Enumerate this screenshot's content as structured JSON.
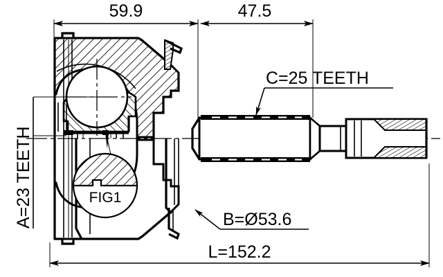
{
  "drawing": {
    "type": "cv-joint-outer-technical-drawing",
    "units": "mm",
    "background_color": "#ffffff",
    "line_color": "#000000"
  },
  "dimensions": {
    "top_left": {
      "label": "59.9",
      "name": "joint-housing-length",
      "value": 59.9,
      "orientation": "horizontal"
    },
    "top_right": {
      "label": "47.5",
      "name": "shaft-spline-length",
      "value": 47.5,
      "orientation": "horizontal"
    },
    "bottom": {
      "label": "L=152.2",
      "name": "overall-length",
      "value": 152.2,
      "orientation": "horizontal"
    },
    "left_vertical": {
      "label": "A=23 TEETH",
      "name": "inner-spline-teeth",
      "value": 23,
      "orientation": "vertical-rotated"
    },
    "callout_b": {
      "label": "B=Ø53.6",
      "name": "boot-outer-diameter",
      "value": 53.6,
      "orientation": "horizontal"
    },
    "callout_c": {
      "label": "C=25 TEETH",
      "name": "outer-spline-teeth",
      "value": 25,
      "orientation": "horizontal"
    }
  },
  "detail_callout": {
    "label": "FIG1",
    "name": "spline-section-detail",
    "shape": "circle"
  }
}
